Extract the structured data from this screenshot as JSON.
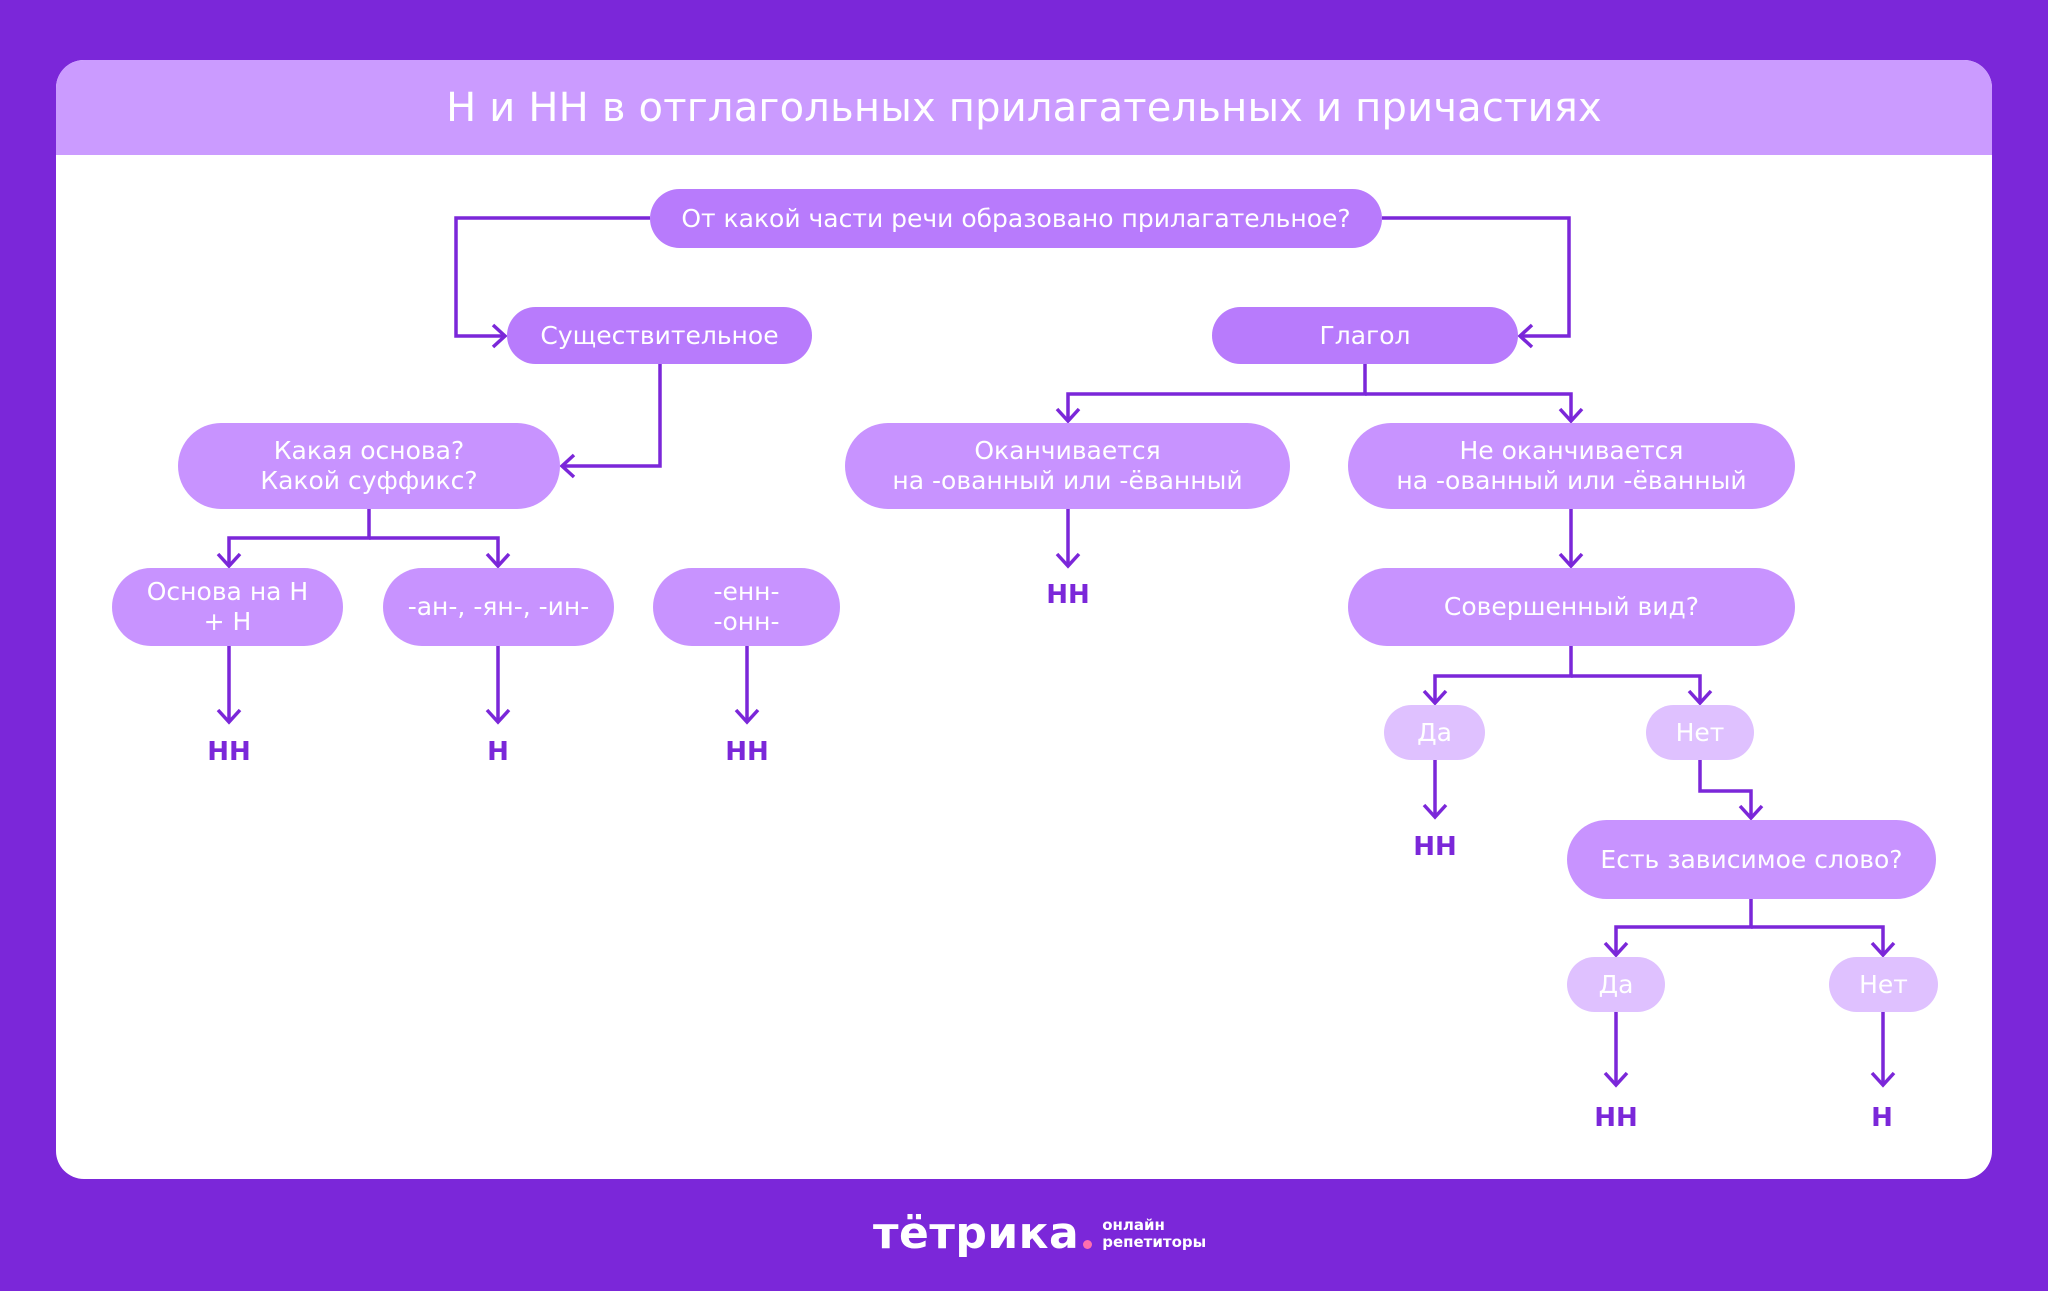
{
  "header": {
    "title": "Н и НН в отглагольных прилагательных и причастиях"
  },
  "colors": {
    "background": "#7b27d9",
    "header": "#cb9bff",
    "node_primary": "#b87bfc",
    "node_secondary": "#c893ff",
    "node_answer": "#dfc1ff",
    "result_text": "#7b27d9",
    "line": "#7b27d9"
  },
  "nodes": {
    "root": "От какой части речи образовано прилагательное?",
    "noun": "Существительное",
    "verb": "Глагол",
    "noun_question": "Какая основа?\nКакой суффикс?",
    "stem_n": "Основа на Н\n+ Н",
    "suffix_an": "-ан-, -ян-, -ин-",
    "suffix_enn": "-енн-\n-онн-",
    "ends_ovanny": "Оканчивается\nна -ованный или -ёванный",
    "not_ends_ovanny": "Не оканчивается\nна -ованный или -ёванный",
    "perfective": "Совершенный вид?",
    "perf_yes": "Да",
    "perf_no": "Нет",
    "dependent_word": "Есть зависимое слово?",
    "dep_yes": "Да",
    "dep_no": "Нет"
  },
  "results": {
    "stem_n": "НН",
    "suffix_an": "Н",
    "suffix_enn": "НН",
    "ends_ovanny": "НН",
    "perf_yes": "НН",
    "dep_yes": "НН",
    "dep_no": "Н"
  },
  "footer": {
    "brand": "тётрика",
    "tagline_1": "онлайн",
    "tagline_2": "репетиторы"
  }
}
